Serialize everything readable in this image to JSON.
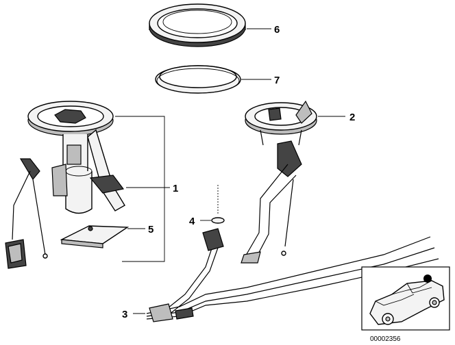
{
  "callouts": {
    "c1": "1",
    "c2": "2",
    "c3": "3",
    "c4": "4",
    "c5": "5",
    "c6": "6",
    "c7": "7"
  },
  "diagram_code": "00002356"
}
